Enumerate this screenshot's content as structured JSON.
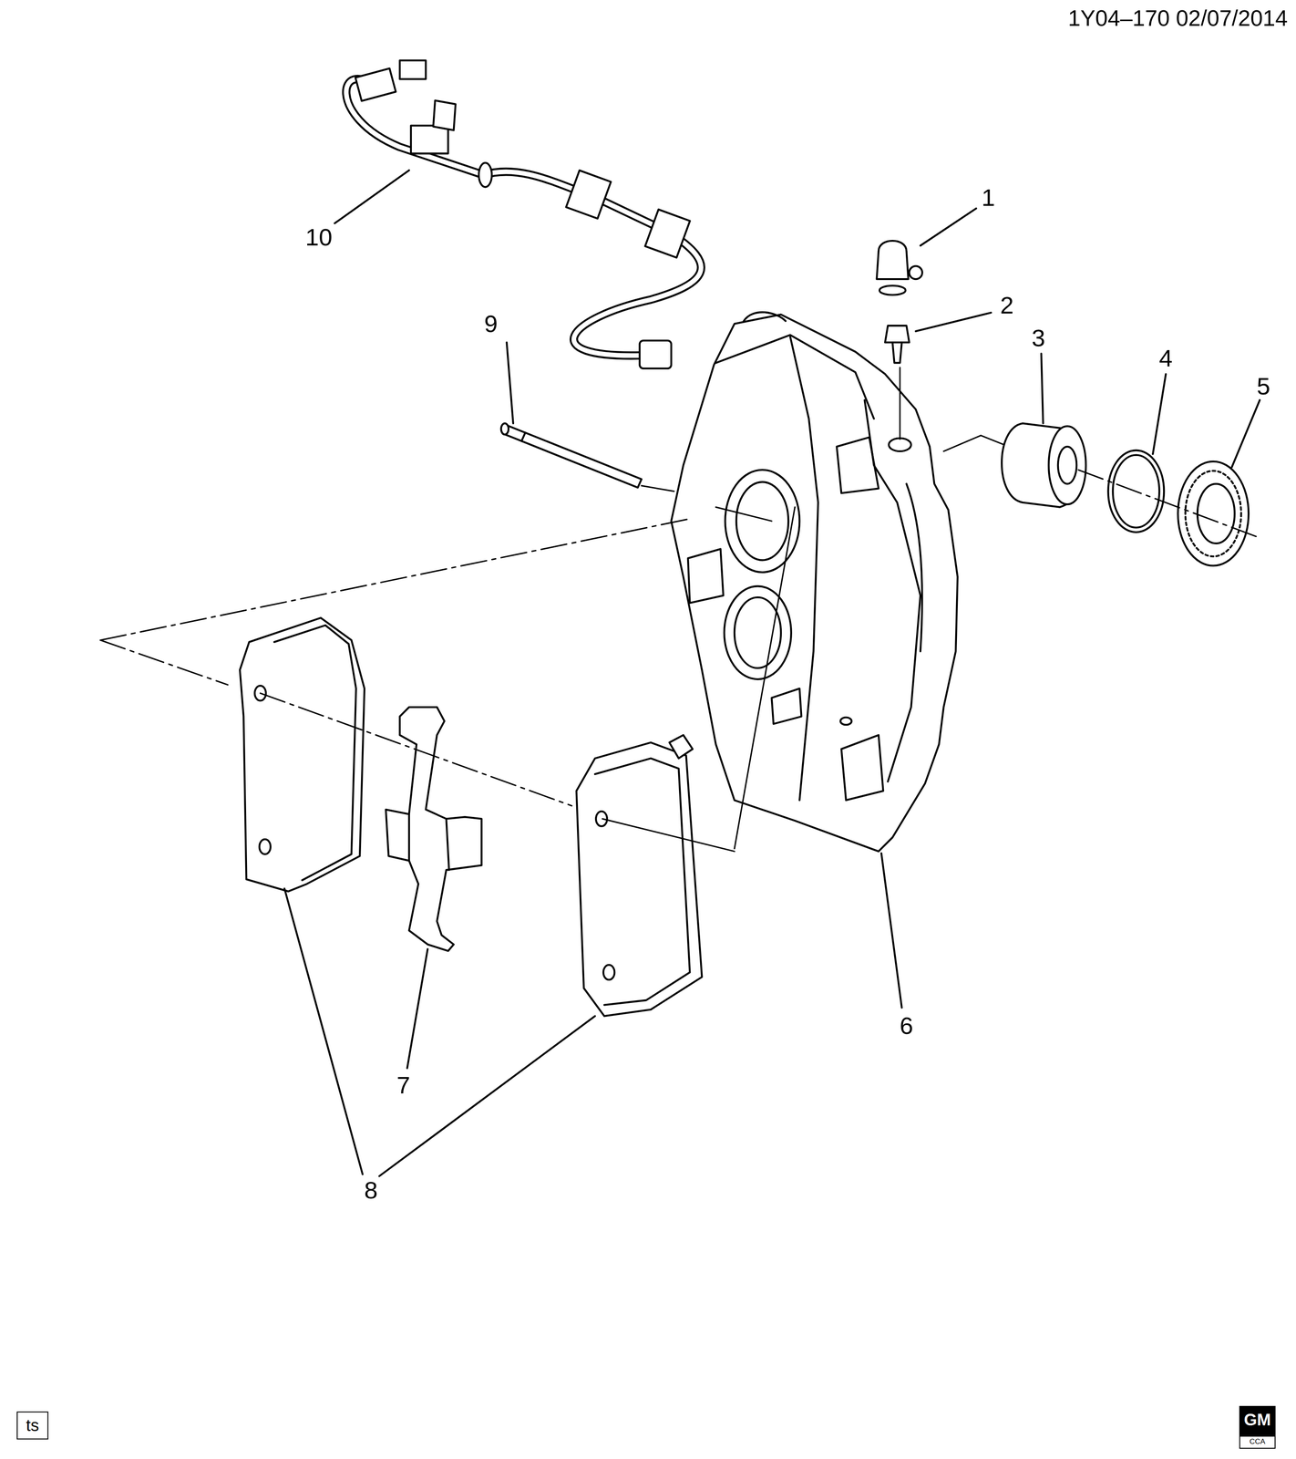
{
  "diagram": {
    "nodes": [
      {
        "text": [
          "ts"
        ]
      },
      {
        "text": [
          "GM",
          "CCA"
        ]
      }
    ],
    "labels": [
      "1Y04–170  02/07/2014",
      "1",
      "2",
      "3",
      "4",
      "5",
      "9",
      "10",
      "6",
      "7",
      "8"
    ]
  }
}
